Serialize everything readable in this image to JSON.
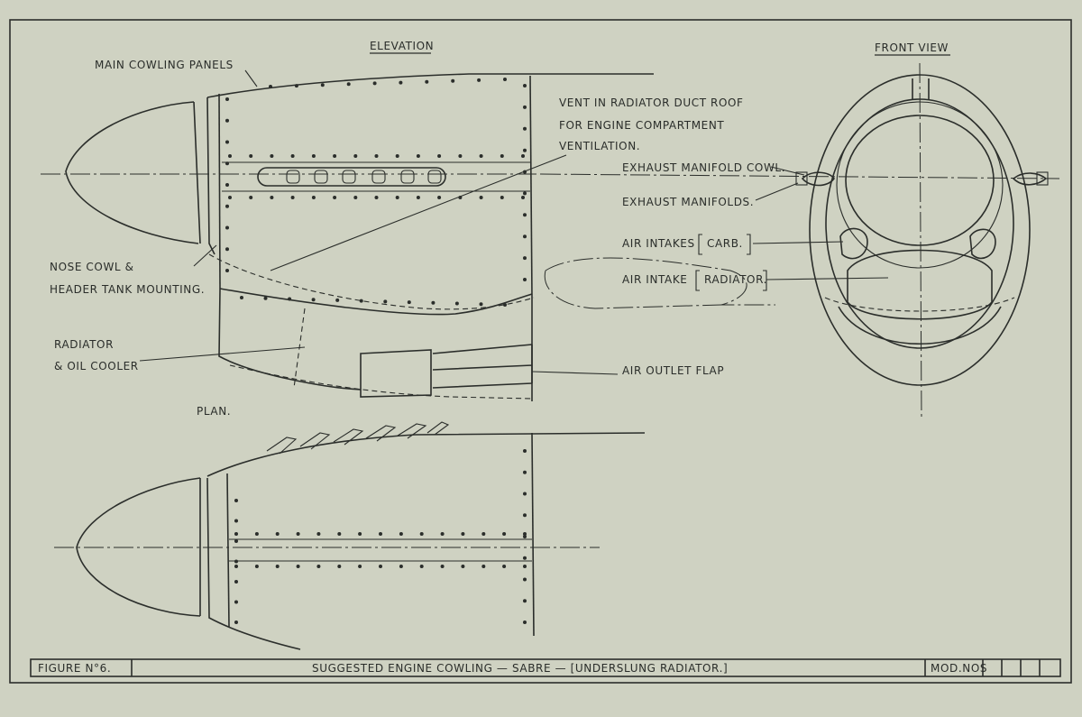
{
  "titles": {
    "elevation": "ELEVATION",
    "front_view": "FRONT VIEW",
    "plan": "PLAN."
  },
  "callouts": {
    "main_cowling_panels": "MAIN COWLING PANELS",
    "vent_line1": "VENT IN RADIATOR DUCT ROOF",
    "vent_line2": "FOR ENGINE COMPARTMENT",
    "vent_line3": "VENTILATION.",
    "nose_cowl_line1": "NOSE COWL &",
    "nose_cowl_line2": "HEADER TANK MOUNTING.",
    "radiator_line1": "RADIATOR",
    "radiator_line2": "& OIL COOLER",
    "exhaust_manifold_cowl": "EXHAUST MANIFOLD COWL.",
    "exhaust_manifolds": "EXHAUST MANIFOLDS.",
    "air_intakes_carb_prefix": "AIR INTAKES",
    "air_intakes_carb_box": "CARB.",
    "air_intake_radiator_prefix": "AIR INTAKE",
    "air_intake_radiator_box": "RADIATOR.",
    "air_outlet_flap": "AIR OUTLET FLAP"
  },
  "title_block": {
    "figure": "FIGURE N°6.",
    "title": "SUGGESTED   ENGINE   COWLING  —  SABRE  —  [UNDERSLUNG RADIATOR.]",
    "mod_nos": "MOD.NOS"
  }
}
